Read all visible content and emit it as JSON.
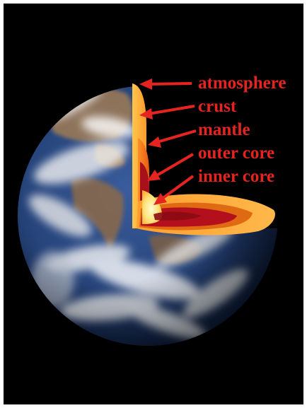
{
  "labels": {
    "atmosphere": "atmosphere",
    "crust": "crust",
    "mantle": "mantle",
    "outer_core": "outer core",
    "inner_core": "inner core"
  },
  "colors": {
    "background": "#000000",
    "label": "#e52421",
    "arrow": "#e52421",
    "ocean": "#2b4a86",
    "cloud": "#f2f2f2",
    "land": "#9c7b56",
    "crust_layer": "#ffb13b",
    "mantle_layer": "#f07a1a",
    "outer_core_layer": "#b8101c",
    "inner_core_layer": "#fff2a0"
  }
}
